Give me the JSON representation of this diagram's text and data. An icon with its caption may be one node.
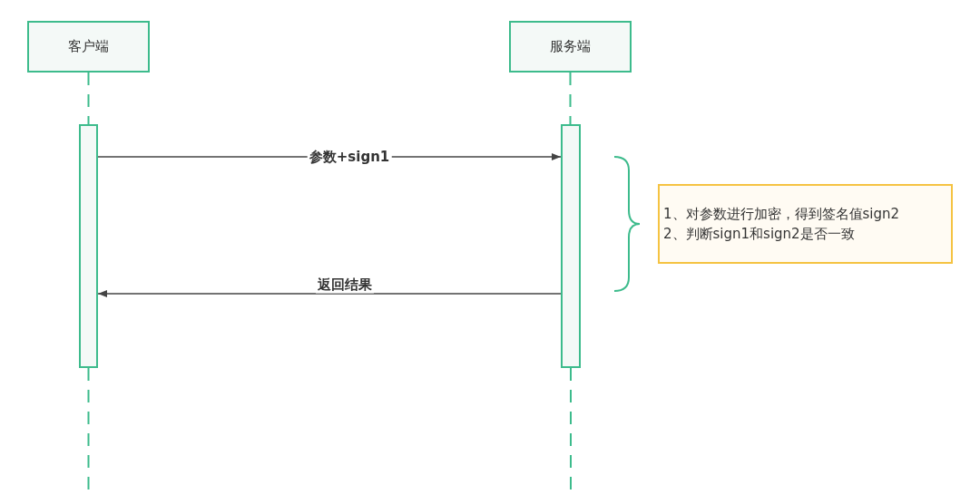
{
  "diagram": {
    "nodes": [
      {
        "text": [
          "客户端"
        ]
      },
      {
        "text": [
          "服务端"
        ]
      },
      {
        "text": [],
        "shape": "bar"
      },
      {
        "text": [],
        "shape": "bar"
      },
      {
        "text": [
          "1、对参数进行加密，得到签名值sign2",
          "2、判断sign1和sign2是否一致"
        ]
      }
    ],
    "edges": [
      {
        "from": 0,
        "to": 2,
        "arrow": "none",
        "style": "dashed",
        "color": "#3dbb8c"
      },
      {
        "from": 2,
        "to": null,
        "arrow": "none",
        "style": "dashed",
        "color": "#3dbb8c"
      },
      {
        "from": 1,
        "to": 3,
        "arrow": "none",
        "style": "dashed",
        "color": "#3dbb8c"
      },
      {
        "from": 3,
        "to": null,
        "arrow": "none",
        "style": "dashed",
        "color": "#3dbb8c"
      },
      {
        "from": 2,
        "to": 3,
        "arrow": "to",
        "label": "参数+sign1",
        "color": "#444444"
      },
      {
        "from": 3,
        "to": 2,
        "arrow": "to",
        "label": "返回结果",
        "color": "#444444"
      }
    ]
  }
}
